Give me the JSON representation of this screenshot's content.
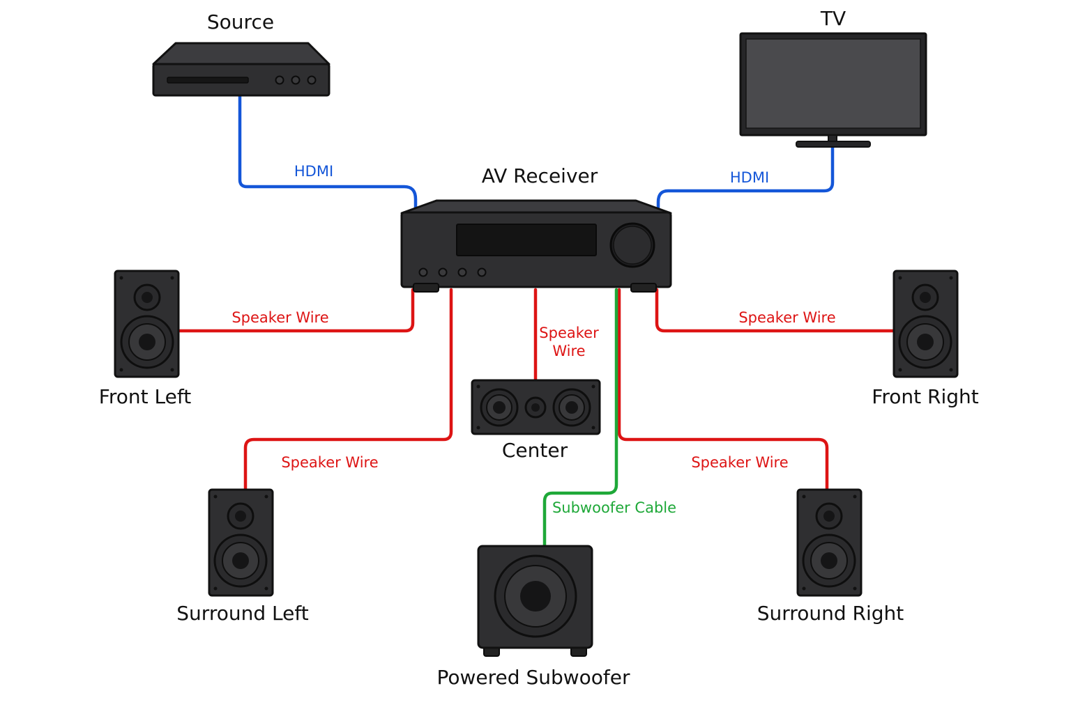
{
  "colors": {
    "hdmi": "#1456d8",
    "speaker_wire": "#dd1414",
    "subwoofer_cable": "#1ea838",
    "device_body": "#2f2f31"
  },
  "devices": {
    "source": {
      "label": "Source",
      "icon": "media-player-icon"
    },
    "tv": {
      "label": "TV",
      "icon": "tv-icon"
    },
    "receiver": {
      "label": "AV Receiver",
      "icon": "av-receiver-icon"
    },
    "front_left": {
      "label": "Front Left",
      "icon": "bookshelf-speaker-icon"
    },
    "front_right": {
      "label": "Front Right",
      "icon": "bookshelf-speaker-icon"
    },
    "center": {
      "label": "Center",
      "icon": "center-speaker-icon"
    },
    "surround_left": {
      "label": "Surround Left",
      "icon": "bookshelf-speaker-icon"
    },
    "surround_right": {
      "label": "Surround Right",
      "icon": "bookshelf-speaker-icon"
    },
    "subwoofer": {
      "label": "Powered Subwoofer",
      "icon": "subwoofer-icon"
    }
  },
  "cables": {
    "hdmi_source": "HDMI",
    "hdmi_tv": "HDMI",
    "front_left": "Speaker Wire",
    "front_right": "Speaker Wire",
    "center_line1": "Speaker",
    "center_line2": "Wire",
    "surround_left": "Speaker Wire",
    "surround_right": "Speaker Wire",
    "subwoofer": "Subwoofer Cable"
  }
}
